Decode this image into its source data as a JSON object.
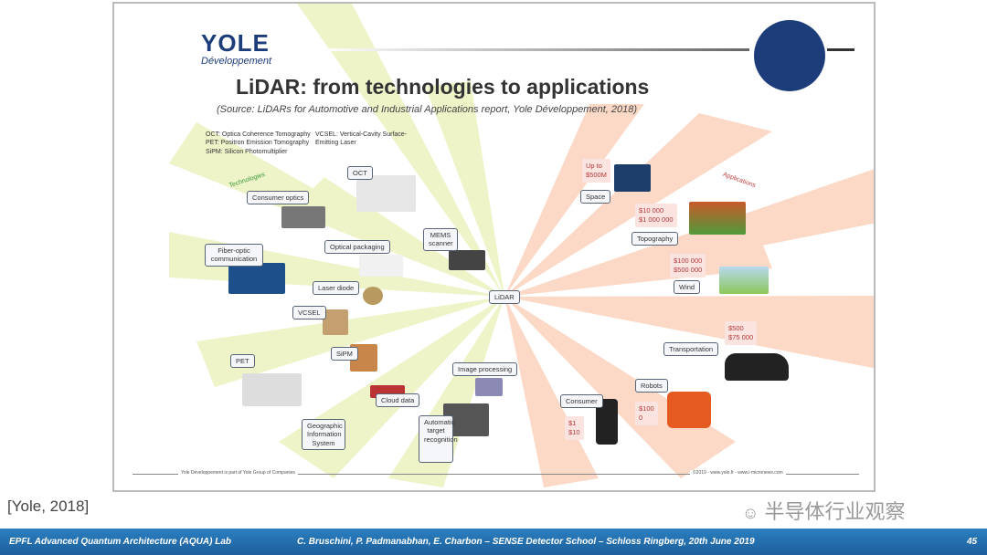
{
  "slide": {
    "logo": {
      "brand": "YOLE",
      "sub": "Développement"
    },
    "title": "LiDAR: from technologies to applications",
    "subtitle": "(Source: LiDARs for Automotive and Industrial Applications report, Yole Développement, 2018)",
    "glossary": [
      "OCT: Optica Coherence Tomography",
      "PET: Positron Emission Tomography",
      "SiPM: Silicon Photomultiplier",
      "VCSEL: Vertical-Cavity Surface-",
      "Emitting Laser"
    ],
    "technologies_heading": "Technologies",
    "applications_heading": "Applications",
    "center": "LiDAR",
    "technologies": [
      "Consumer optics",
      "OCT",
      "Fiber-optic communication",
      "Optical packaging",
      "MEMS scanner",
      "Laser diode",
      "VCSEL",
      "SiPM",
      "PET",
      "Image processing",
      "Cloud data",
      "Geographic Information System",
      "Automatic target recognition"
    ],
    "applications": [
      {
        "name": "Space",
        "price": [
          "Up to",
          "$500M"
        ]
      },
      {
        "name": "Topography",
        "price": [
          "$10 000",
          "$1 000 000"
        ]
      },
      {
        "name": "Wind",
        "price": [
          "$100 000",
          "$500 000"
        ]
      },
      {
        "name": "Transportation",
        "price": [
          "$500",
          "$75 000"
        ]
      },
      {
        "name": "Robots",
        "price": [
          "$100",
          "0"
        ]
      },
      {
        "name": "Consumer",
        "price": [
          "$1",
          "$10"
        ]
      }
    ],
    "footer_left": "Yole Développement is part of Yole Group of Companies",
    "footer_right": "©2019 - www.yole.fr - www.i-micronews.com"
  },
  "citation": "[Yole, 2018]",
  "watermark": "半导体行业观察",
  "bottom_bar": {
    "lab": "EPFL Advanced Quantum Architecture (AQUA) Lab",
    "authors": "C. Bruschini, P. Padmanabhan, E. Charbon – SENSE Detector School – Schloss Ringberg, 20th June 2019",
    "page": "45"
  },
  "colors": {
    "green_ray": "#eef3c8",
    "salmon_ray": "#fbd9c6",
    "footer": "#2270b0",
    "price": "#b23a3a"
  }
}
